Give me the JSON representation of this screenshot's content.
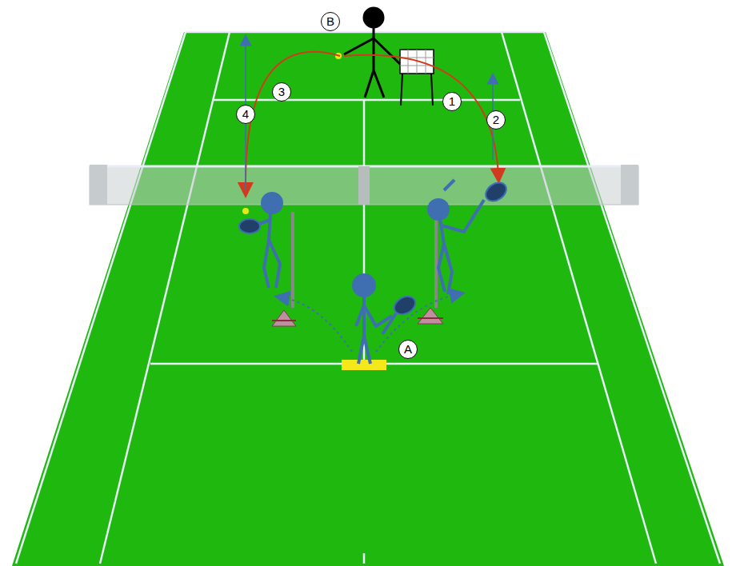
{
  "diagram": {
    "labels": [
      "B",
      "3",
      "1",
      "4",
      "2",
      "A"
    ]
  }
}
